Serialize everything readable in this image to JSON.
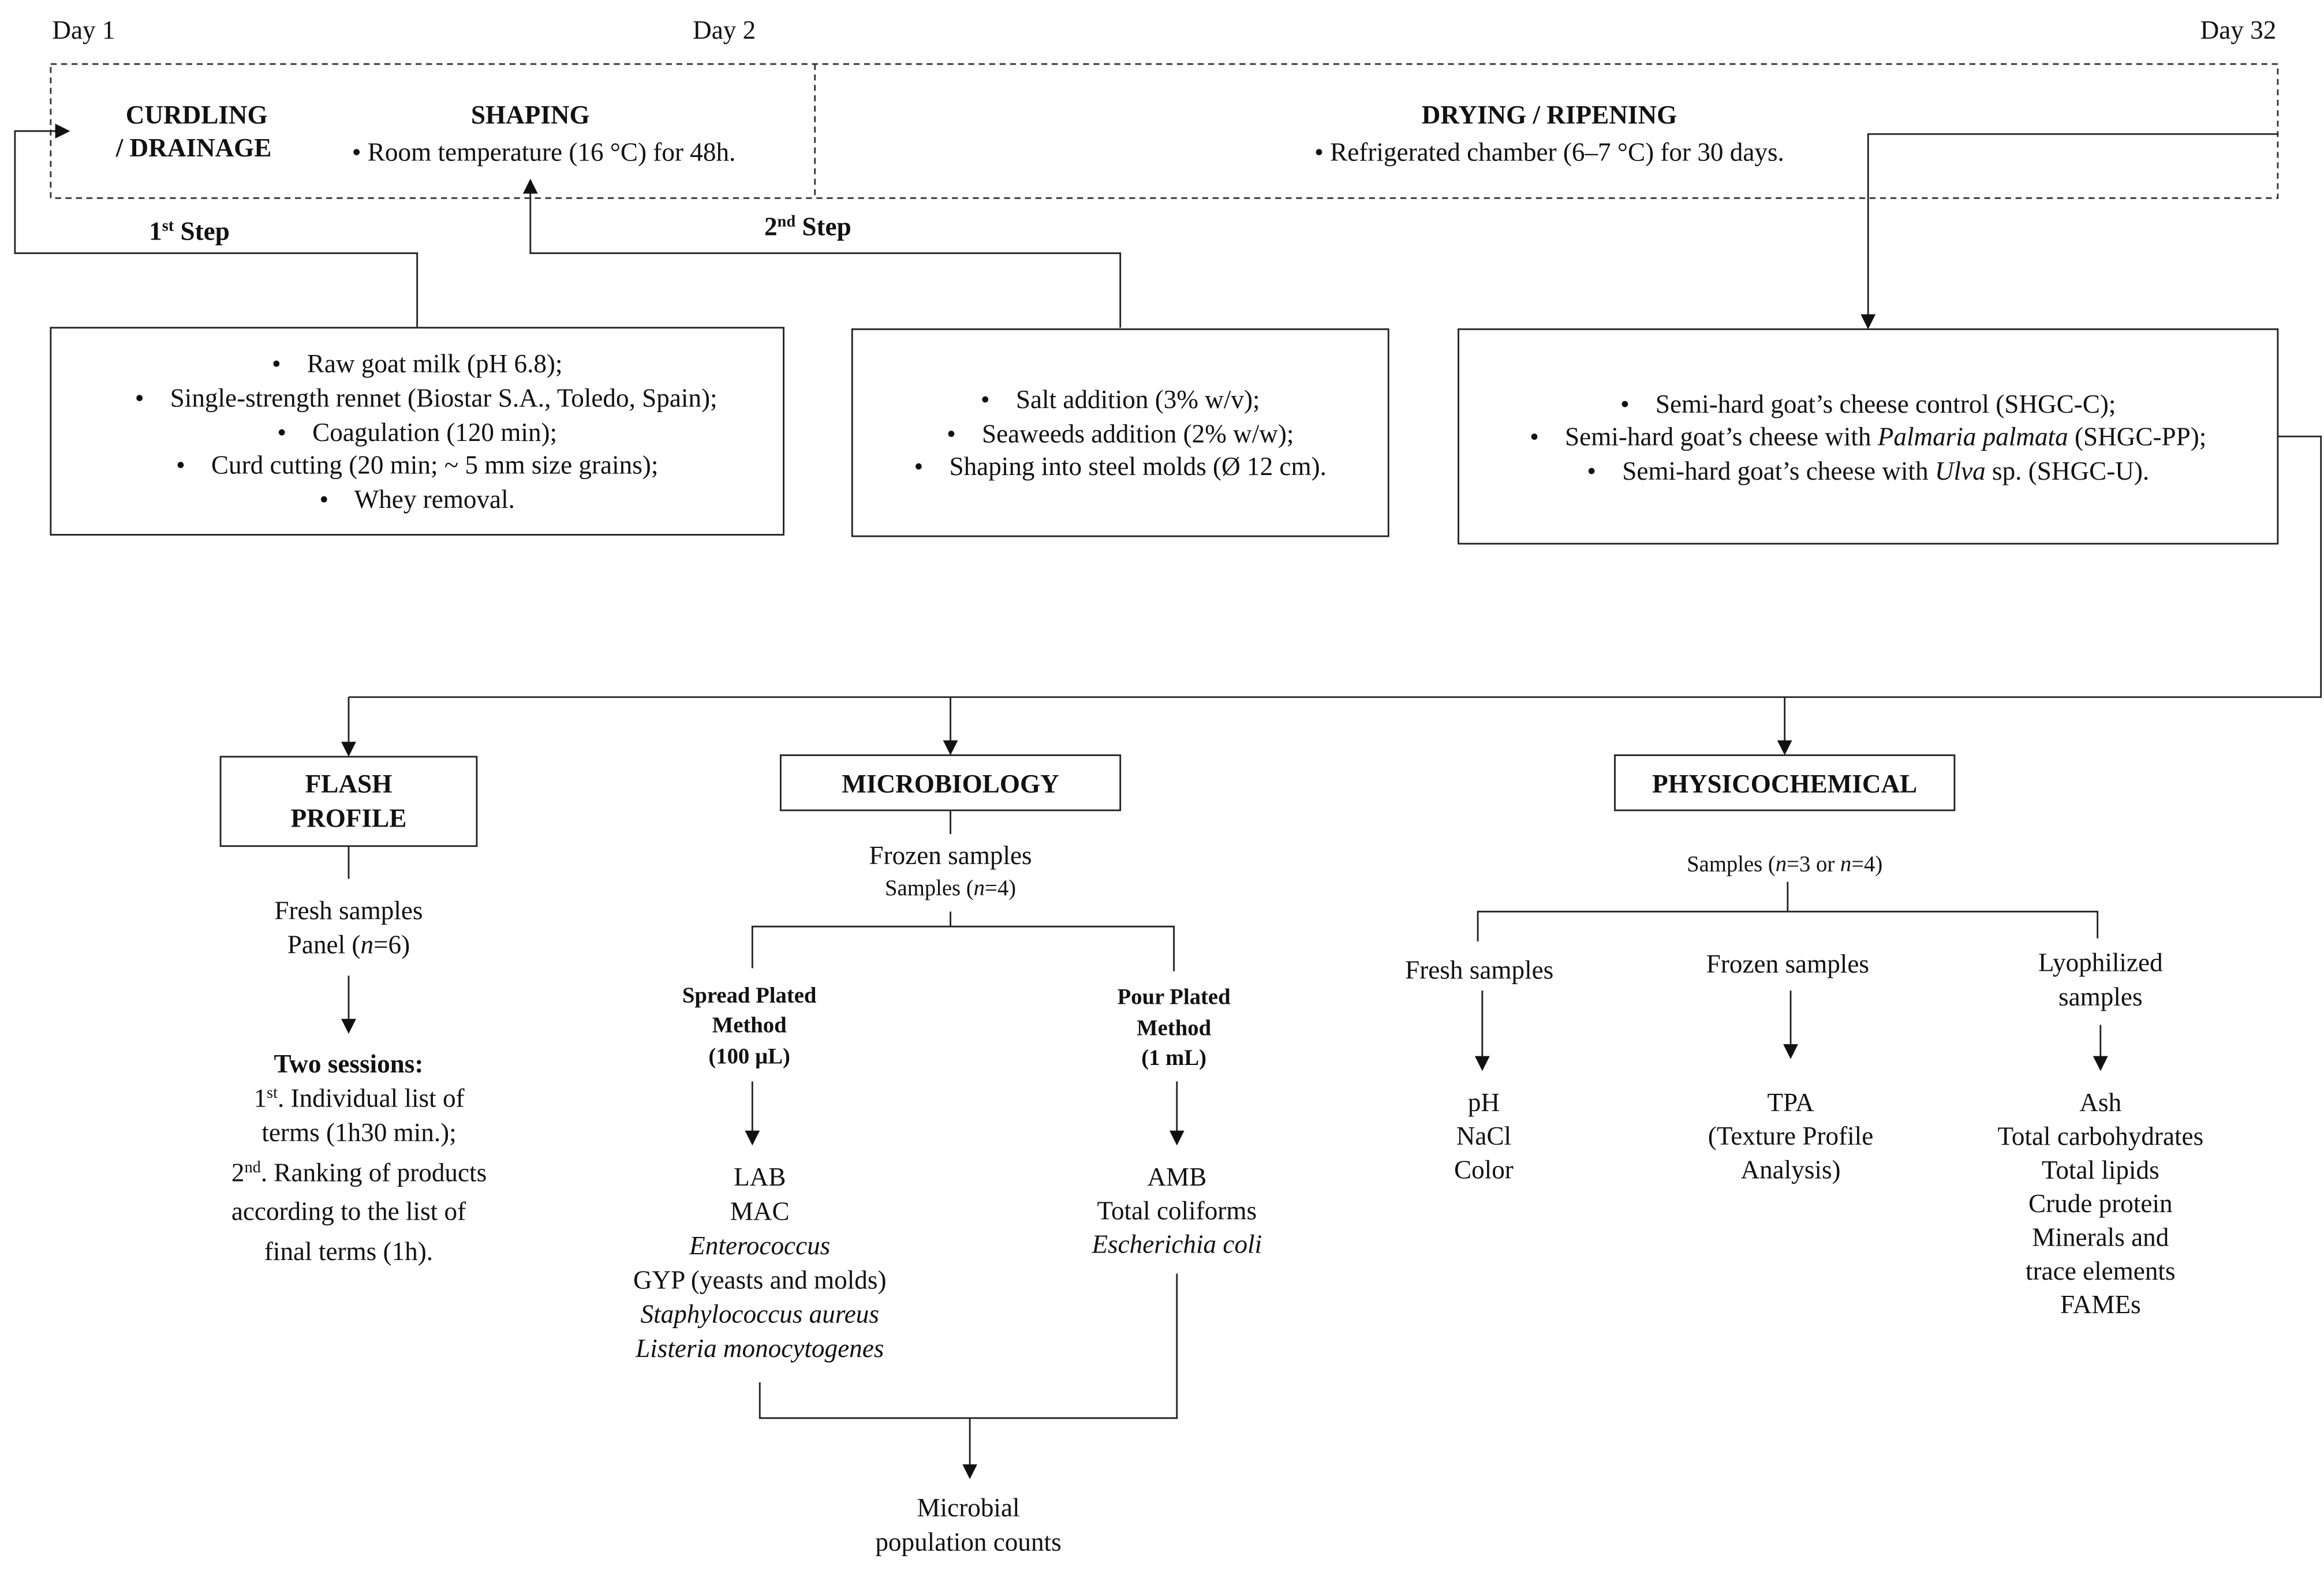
{
  "timeline": {
    "day1": "Day 1",
    "day2": "Day 2",
    "day32": "Day 32"
  },
  "stages": {
    "curdling": [
      "CURDLING",
      "/ DRAINAGE"
    ],
    "shaping": {
      "title": "SHAPING",
      "detail": "• Room temperature (16 °C) for 48h."
    },
    "drying": {
      "title": "DRYING / RIPENING",
      "detail": "• Refrigerated chamber (6–7 °C) for 30 days."
    }
  },
  "steps": {
    "first": {
      "num": "1",
      "sup": "st",
      "label": " Step"
    },
    "second": {
      "num": "2",
      "sup": "nd",
      "label": " Step"
    }
  },
  "box1": [
    "•    Raw goat milk (pH 6.8);",
    "•    Single-strength rennet (Biostar S.A., Toledo, Spain);",
    "•    Coagulation (120 min);",
    "•    Curd cutting (20 min; ~ 5 mm size grains);",
    "•    Whey removal."
  ],
  "box2": [
    "•    Salt addition (3% w/v);",
    "•    Seaweeds addition (2% w/w);",
    "•    Shaping into steel molds (Ø 12 cm)."
  ],
  "box3": {
    "line1": "•    Semi-hard goat’s cheese control (SHGC-C);",
    "line2": {
      "pre": "•    Semi-hard goat’s cheese with ",
      "italic": "Palmaria palmata",
      "post": " (SHGC-PP);"
    },
    "line3": {
      "pre": "•    Semi-hard goat’s cheese with ",
      "italic": "Ulva",
      "post": " sp. (SHGC-U)."
    }
  },
  "flash": {
    "title": [
      "FLASH",
      "PROFILE"
    ],
    "samples": "Fresh samples",
    "panel": {
      "pre": "Panel (",
      "italic": "n",
      "post": "=6)"
    },
    "sessions_title": "Two sessions:",
    "s1": {
      "num": "1",
      "sup": "st",
      "text": ". Individual list of"
    },
    "s1b": "terms (1h30 min.);",
    "s2": {
      "num": "2",
      "sup": "nd",
      "text": ". Ranking of products"
    },
    "s2b": "according to the list of",
    "s2c": "final terms (1h)."
  },
  "micro": {
    "title": "MICROBIOLOGY",
    "frozen": "Frozen samples",
    "samples": {
      "pre": "Samples (",
      "italic": "n",
      "post": "=4)"
    },
    "spread": [
      "Spread Plated",
      "Method",
      "(100 µL)"
    ],
    "pour": [
      "Pour Plated",
      "Method",
      "(1 mL)"
    ],
    "spread_results": [
      {
        "text": "LAB",
        "italic": false
      },
      {
        "text": "MAC",
        "italic": false
      },
      {
        "text": "Enterococcus",
        "italic": true
      },
      {
        "text": "GYP (yeasts and molds)",
        "italic": false
      },
      {
        "text": "Staphylococcus aureus",
        "italic": true
      },
      {
        "text": "Listeria monocytogenes",
        "italic": true
      }
    ],
    "pour_results": [
      {
        "text": "AMB",
        "italic": false
      },
      {
        "text": "Total coliforms",
        "italic": false
      },
      {
        "text": "Escherichia coli",
        "italic": true
      }
    ],
    "outcome": [
      "Microbial",
      "population counts"
    ]
  },
  "physico": {
    "title": "PHYSICOCHEMICAL",
    "samples": {
      "a": "Samples (",
      "n1": "n",
      "b": "=3 or ",
      "n2": "n",
      "c": "=4)"
    },
    "fresh": {
      "label": [
        "Fresh samples"
      ],
      "results": [
        "pH",
        "NaCl",
        "Color"
      ]
    },
    "frozen": {
      "label": [
        "Frozen samples"
      ],
      "results": [
        "TPA",
        "(Texture Profile",
        "Analysis)"
      ]
    },
    "lyo": {
      "label": [
        "Lyophilized",
        "samples"
      ],
      "results": [
        "Ash",
        "Total carbohydrates",
        "Total lipids",
        "Crude protein",
        "Minerals and",
        "trace elements",
        "FAMEs"
      ]
    }
  }
}
